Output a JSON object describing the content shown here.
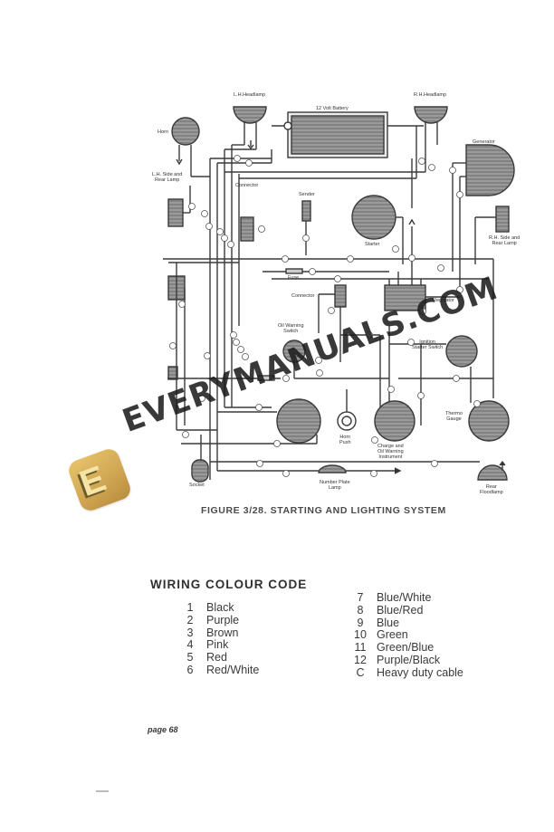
{
  "diagram": {
    "labels": {
      "lh_headlamp": "L.H.Headlamp",
      "rh_headlamp": "R.H.Headlamp",
      "battery": "12 Volt Battery",
      "horn": "Horn",
      "generator": "Generator",
      "lh_side_rear_lamp_1": "L.H. Side and",
      "lh_side_rear_lamp_2": "Rear Lamp",
      "rh_side_rear_lamp_1": "R.H. Side and",
      "rh_side_rear_lamp_2": "Rear Lamp",
      "connector_top": "Connector",
      "sender": "Sender",
      "starter": "Starter",
      "fuse": "Fuse",
      "connector_mid": "Connector",
      "regulator": "Regulator",
      "oil_warning_switch_1": "Oil Warning",
      "oil_warning_switch_2": "Switch",
      "ignition_starter_switch_1": "Ignition",
      "ignition_starter_switch_2": "Starter Switch",
      "thermo_gauge_1": "Thermo",
      "thermo_gauge_2": "Gauge",
      "horn_push_1": "Horn",
      "horn_push_2": "Push",
      "charge_oil_1": "Charge and",
      "charge_oil_2": "Oil Warning",
      "charge_oil_3": "Instrument",
      "socket": "Socket",
      "number_plate_lamp_1": "Number Plate",
      "number_plate_lamp_2": "Lamp",
      "rear_floodlamp_1": "Rear",
      "rear_floodlamp_2": "Floodlamp"
    }
  },
  "caption": "FIGURE 3/28.  STARTING AND LIGHTING SYSTEM",
  "legend": {
    "title": "WIRING COLOUR CODE",
    "left": [
      {
        "code": "1",
        "name": "Black"
      },
      {
        "code": "2",
        "name": "Purple"
      },
      {
        "code": "3",
        "name": "Brown"
      },
      {
        "code": "4",
        "name": "Pink"
      },
      {
        "code": "5",
        "name": "Red"
      },
      {
        "code": "6",
        "name": "Red/White"
      }
    ],
    "right": [
      {
        "code": "7",
        "name": "Blue/White"
      },
      {
        "code": "8",
        "name": "Blue/Red"
      },
      {
        "code": "9",
        "name": "Blue"
      },
      {
        "code": "10",
        "name": "Green"
      },
      {
        "code": "11",
        "name": "Green/Blue"
      },
      {
        "code": "12",
        "name": "Purple/Black"
      },
      {
        "code": "C",
        "name": "Heavy duty cable"
      }
    ]
  },
  "page_number": "page 68",
  "watermark": {
    "badge_letter": "E",
    "text": "EVERYMANUALS.COM",
    "badge_color": "#d4aa55"
  }
}
